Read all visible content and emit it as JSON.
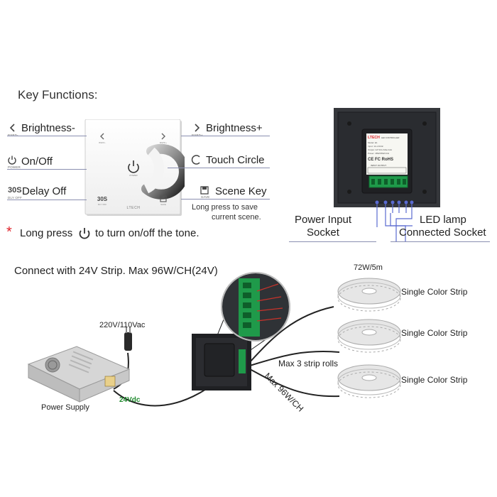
{
  "header": {
    "title": "Key Functions:"
  },
  "keys": {
    "brightness_minus": {
      "label": "Brightness-",
      "small": "BSPD-",
      "icon": "chevron-left"
    },
    "brightness_plus": {
      "label": "Brightness+",
      "small": "BSPD+",
      "icon": "chevron-right"
    },
    "on_off": {
      "label": "On/Off",
      "small": "POWER",
      "icon": "power"
    },
    "touch_circle": {
      "label": "Touch Circle",
      "icon": "touch-circle"
    },
    "delay_off": {
      "label": "Delay Off",
      "small": "DLY OFF",
      "glyph": "30S"
    },
    "scene_key": {
      "label": "Scene Key",
      "small": "SAVE",
      "icon": "save"
    },
    "scene_note": {
      "line1": "Long press to save",
      "line2": "current scene."
    }
  },
  "panel": {
    "brand": "LTECH",
    "glyph_30s": "30S",
    "sub_power": "POWER",
    "sub_bspd_minus": "BSPD-",
    "sub_bspd_plus": "BSPD+",
    "sub_dly": "DLY OFF",
    "sub_save": "SAVE"
  },
  "long_press": {
    "star": "*",
    "before": "Long press",
    "after": "to turn on/off the tone."
  },
  "back_view": {
    "brand": "LTECH",
    "label_lines": [
      "LED CONTROLLER",
      "Model: E1",
      "Input: 12~24Vdc",
      "Output: 4A*1CH  Max:12A",
      "Power: 48W/96W/1CH"
    ],
    "marks": "CE FC RoHS",
    "terminal_header": "INPUT  OUTPUT",
    "power_input": {
      "line1": "Power Input",
      "line2": "Socket"
    },
    "led_lamp": {
      "line1": "LED lamp",
      "line2": "Connected Socket"
    }
  },
  "wiring": {
    "title": "Connect with 24V Strip. Max 96W/CH(24V)",
    "ac_input": "220V/110Vac",
    "dc_output": "24Vdc",
    "power_supply": "Power Supply",
    "strip_power": "72W/5m",
    "strips": [
      "Single Color Strip",
      "Single Color Strip",
      "Single Color Strip"
    ],
    "max_rolls": "Max 3 strip rolls",
    "max_per_channel": "Max 96W/CH"
  },
  "colors": {
    "accent_red": "#e0242b",
    "dc_green": "#1f8a2e",
    "underline": "#8a8fb0",
    "panel_dark": "#2a2c30"
  }
}
